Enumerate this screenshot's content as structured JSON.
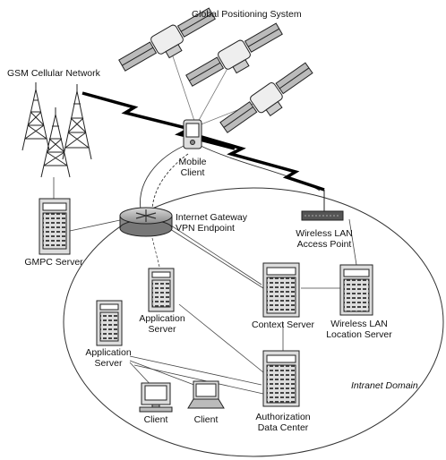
{
  "labels": {
    "gps": "Global Positioning System",
    "gsm": "GSM Cellular Network",
    "mobile_client": [
      "Mobile",
      "Client"
    ],
    "gateway": [
      "Internet Gateway",
      "VPN Endpoint"
    ],
    "wlan_ap": [
      "Wireless LAN",
      "Access Point"
    ],
    "gmpc_server": "GMPC Server",
    "app_server_1": [
      "Application",
      "Server"
    ],
    "app_server_2": [
      "Application",
      "Server"
    ],
    "context_server": "Context Server",
    "wlan_location": [
      "Wireless LAN",
      "Location Server"
    ],
    "intranet": "Intranet Domain",
    "client_1": "Client",
    "client_2": "Client",
    "auth": [
      "Authorization",
      "Data Center"
    ]
  },
  "icons": [
    "satellite-icon",
    "cell-tower-icon",
    "pda-icon",
    "router-icon",
    "access-point-icon",
    "server-tower-icon",
    "desktop-computer-icon",
    "laptop-icon"
  ]
}
